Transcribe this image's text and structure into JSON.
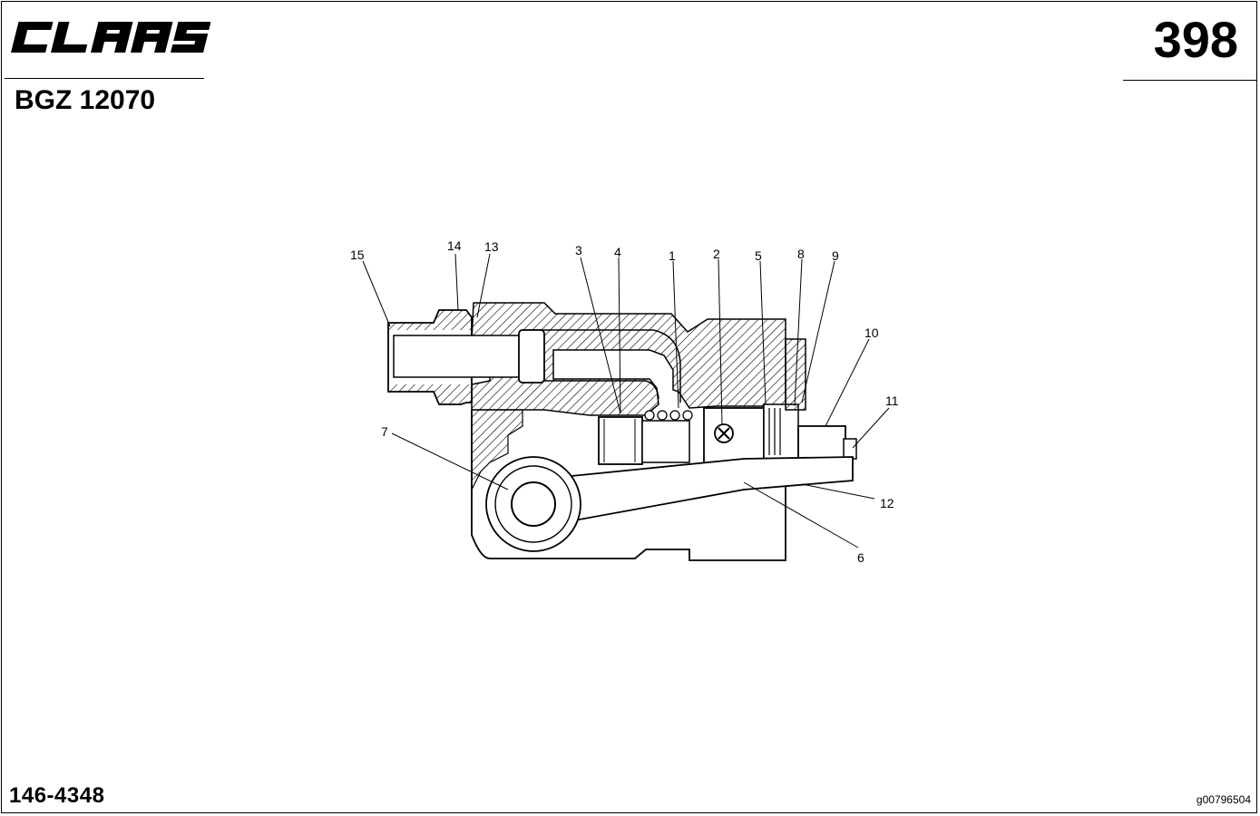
{
  "header": {
    "brand": "CLAAS",
    "page_number": "398",
    "document_code": "BGZ 12070"
  },
  "drawing": {
    "callouts": [
      "15",
      "14",
      "13",
      "3",
      "4",
      "1",
      "2",
      "5",
      "8",
      "9",
      "10",
      "11",
      "12",
      "6",
      "7"
    ]
  },
  "footer": {
    "part_number": "146-4348",
    "image_ref": "g00796504"
  }
}
